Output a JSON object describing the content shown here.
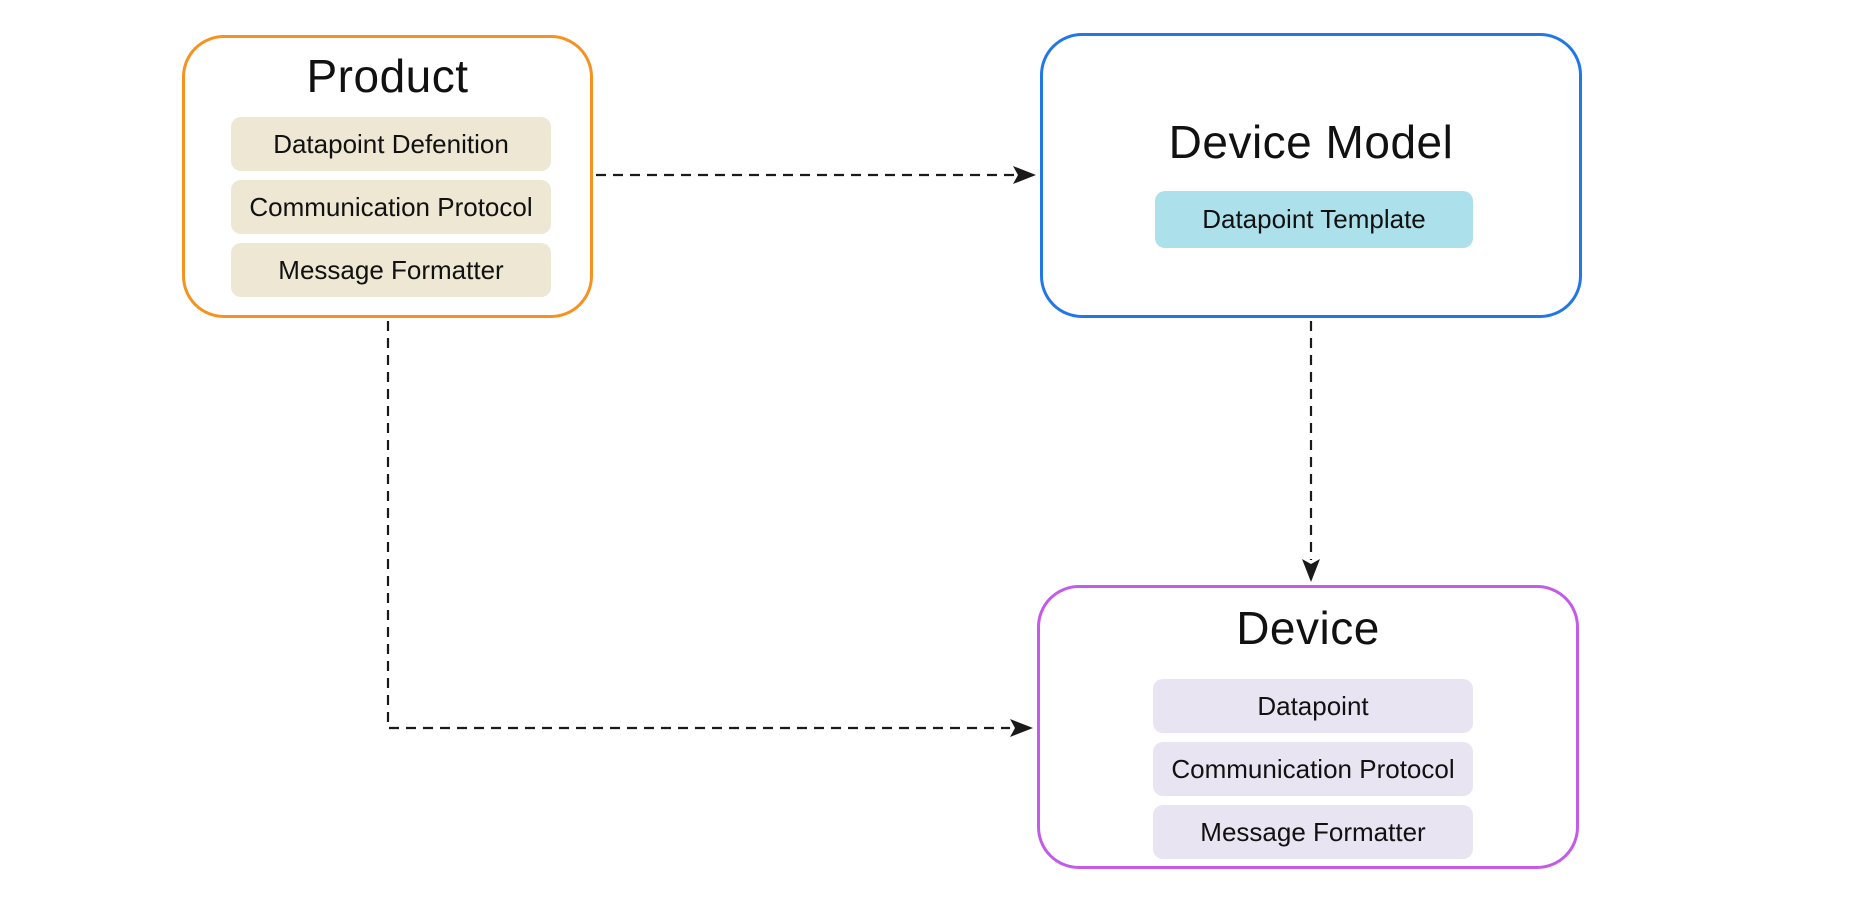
{
  "diagram": {
    "edge_color": "#1a1a1a",
    "nodes": [
      {
        "id": "product",
        "title": "Product",
        "border_color": "#f59220",
        "item_bg": "#ede7d3",
        "items": [
          "Datapoint Defenition",
          "Communication Protocol",
          "Message Formatter"
        ]
      },
      {
        "id": "device-model",
        "title": "Device Model",
        "border_color": "#2277e6",
        "item_bg": "#ace0eb",
        "items": [
          "Datapoint Template"
        ]
      },
      {
        "id": "device",
        "title": "Device",
        "border_color": "#c45ae8",
        "item_bg": "#e9e4f2",
        "items": [
          "Datapoint",
          "Communication Protocol",
          "Message Formatter"
        ]
      }
    ],
    "edges": [
      {
        "from": "product",
        "to": "device-model",
        "style": "dashed-arrow"
      },
      {
        "from": "product",
        "to": "device",
        "style": "dashed-arrow"
      },
      {
        "from": "device-model",
        "to": "device",
        "style": "dashed-arrow"
      }
    ]
  }
}
